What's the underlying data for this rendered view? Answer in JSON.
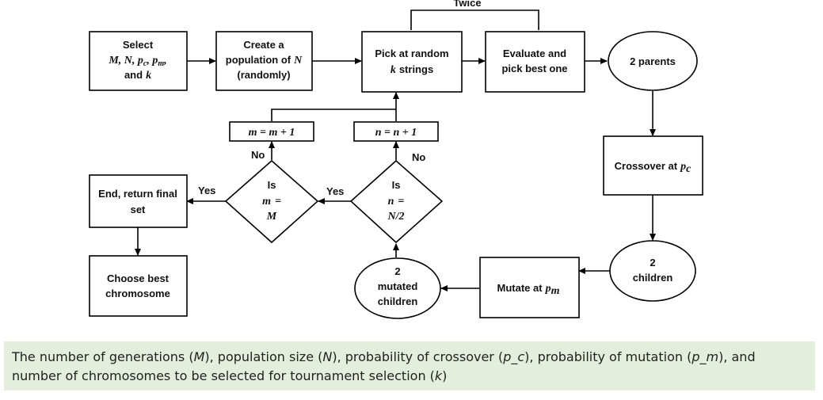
{
  "nodes": {
    "select": [
      "Select",
      "M, N, p",
      "c",
      ", p",
      "m",
      ",",
      "and",
      "k"
    ],
    "create": [
      "Create a",
      "population of",
      "N",
      "(randomly)"
    ],
    "pick": [
      "Pick at random",
      "k",
      "strings"
    ],
    "evaluate": [
      "Evaluate and",
      "pick best one"
    ],
    "parents": "2 parents",
    "crossover": [
      "Crossover at",
      "p",
      "c"
    ],
    "children": [
      "2",
      "children"
    ],
    "mutate": [
      "Mutate at",
      "p",
      "m"
    ],
    "mutated": [
      "2",
      "mutated",
      "children"
    ],
    "decision_n": [
      "Is",
      "n",
      "=",
      "N/2"
    ],
    "decision_m": [
      "Is",
      "m",
      "=",
      "M"
    ],
    "increment_n": "n = n + 1",
    "increment_m": "m = m + 1",
    "end": [
      "End, return final",
      "set"
    ],
    "choose": [
      "Choose best",
      "chromosome"
    ]
  },
  "edge_labels": {
    "twice": "Twice",
    "no_n": "No",
    "no_m": "No",
    "yes_n": "Yes",
    "yes_m": "Yes"
  },
  "caption": {
    "t1": "The number of generations (",
    "M": "M",
    "t2": "), population size (",
    "N": "N",
    "t3": "), probability of crossover (",
    "pc": "p_c",
    "t4": "), probability of mutation (",
    "pm": "p_m",
    "t5": "), and number of chromosomes to be selected for tournament selection (",
    "k": "k",
    "t6": ")"
  }
}
